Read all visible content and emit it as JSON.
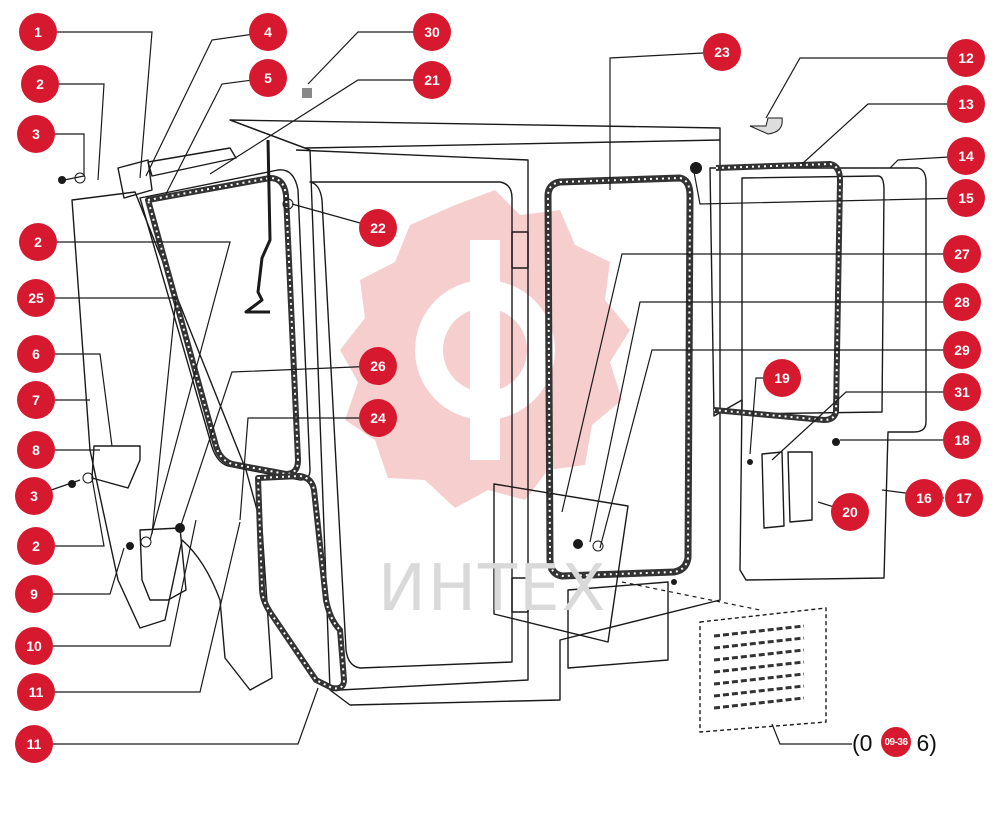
{
  "diagram": {
    "callout_color": "#d7192f",
    "watermark_color": "#f6c9c9",
    "watermark_text": "ИНТЕХ",
    "caption_text": "(0",
    "caption_suffix": "6)",
    "callouts": [
      {
        "id": "c1",
        "label": "1"
      },
      {
        "id": "c2a",
        "label": "2"
      },
      {
        "id": "c3a",
        "label": "3"
      },
      {
        "id": "c2b",
        "label": "2"
      },
      {
        "id": "c25",
        "label": "25"
      },
      {
        "id": "c6",
        "label": "6"
      },
      {
        "id": "c7",
        "label": "7"
      },
      {
        "id": "c8",
        "label": "8"
      },
      {
        "id": "c3b",
        "label": "3"
      },
      {
        "id": "c2c",
        "label": "2"
      },
      {
        "id": "c9",
        "label": "9"
      },
      {
        "id": "c10",
        "label": "10"
      },
      {
        "id": "c11a",
        "label": "11"
      },
      {
        "id": "c11b",
        "label": "11"
      },
      {
        "id": "c4",
        "label": "4"
      },
      {
        "id": "c5",
        "label": "5"
      },
      {
        "id": "c30",
        "label": "30"
      },
      {
        "id": "c21",
        "label": "21"
      },
      {
        "id": "c22",
        "label": "22"
      },
      {
        "id": "c26",
        "label": "26"
      },
      {
        "id": "c24",
        "label": "24"
      },
      {
        "id": "c23",
        "label": "23"
      },
      {
        "id": "c12",
        "label": "12"
      },
      {
        "id": "c13",
        "label": "13"
      },
      {
        "id": "c14",
        "label": "14"
      },
      {
        "id": "c15",
        "label": "15"
      },
      {
        "id": "c27",
        "label": "27"
      },
      {
        "id": "c28",
        "label": "28"
      },
      {
        "id": "c29",
        "label": "29"
      },
      {
        "id": "c19",
        "label": "19"
      },
      {
        "id": "c31",
        "label": "31"
      },
      {
        "id": "c18",
        "label": "18"
      },
      {
        "id": "c16",
        "label": "16"
      },
      {
        "id": "c17",
        "label": "17"
      },
      {
        "id": "c20",
        "label": "20"
      },
      {
        "id": "c09",
        "label": "09-36"
      }
    ]
  }
}
